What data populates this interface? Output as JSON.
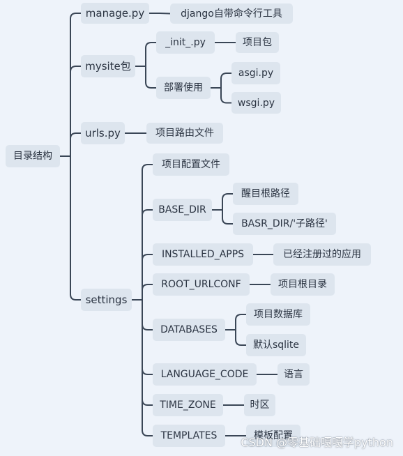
{
  "mindmap": {
    "line_color": "#3a4656",
    "node_color": "#dde5ee",
    "root": {
      "label": "目录结构"
    },
    "children": [
      {
        "label": "manage.py",
        "children": [
          {
            "label": "django自带命令行工具"
          }
        ]
      },
      {
        "label": "mysite包",
        "children": [
          {
            "label": "_init_.py",
            "children": [
              {
                "label": "项目包"
              }
            ]
          },
          {
            "label": "部署使用",
            "children": [
              {
                "label": "asgi.py"
              },
              {
                "label": "wsgi.py"
              }
            ]
          }
        ]
      },
      {
        "label": "urls.py",
        "children": [
          {
            "label": "项目路由文件"
          }
        ]
      },
      {
        "label": "settings",
        "children": [
          {
            "label": "项目配置文件"
          },
          {
            "label": "BASE_DIR",
            "children": [
              {
                "label": "醒目根路径"
              },
              {
                "label": "BASR_DIR/'子路径'"
              }
            ]
          },
          {
            "label": "INSTALLED_APPS",
            "children": [
              {
                "label": "已经注册过的应用"
              }
            ]
          },
          {
            "label": "ROOT_URLCONF",
            "children": [
              {
                "label": "项目根目录"
              }
            ]
          },
          {
            "label": "DATABASES",
            "children": [
              {
                "label": "项目数据库"
              },
              {
                "label": "默认sqlite"
              }
            ]
          },
          {
            "label": "LANGUAGE_CODE",
            "children": [
              {
                "label": "语言"
              }
            ]
          },
          {
            "label": "TIME_ZONE",
            "children": [
              {
                "label": "时区"
              }
            ]
          },
          {
            "label": "TEMPLATES",
            "children": [
              {
                "label": "模板配置"
              }
            ]
          }
        ]
      }
    ]
  },
  "watermark": "CSDN @零基础嘎嘎学python"
}
